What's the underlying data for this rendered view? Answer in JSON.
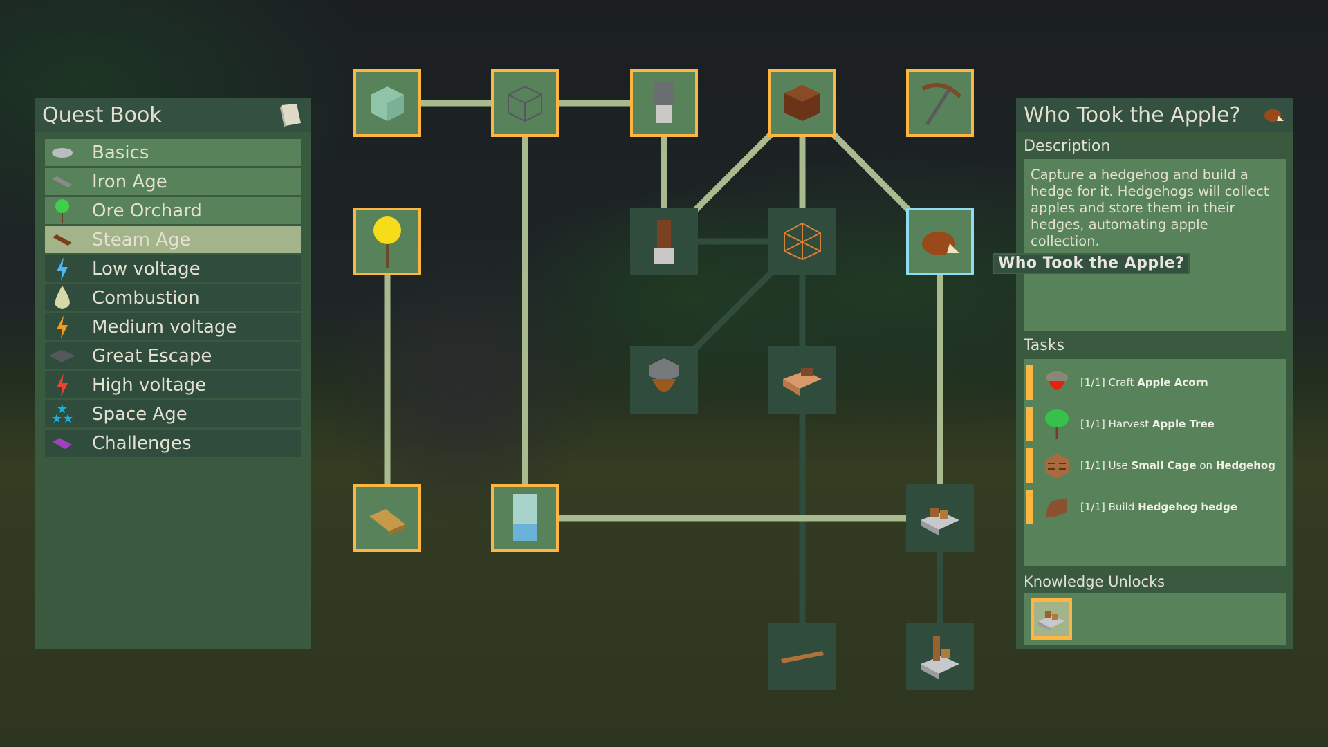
{
  "quest_book": {
    "title": "Quest Book",
    "icon": "book-icon",
    "items": [
      {
        "label": "Basics",
        "icon": "stone-icon",
        "state": "done"
      },
      {
        "label": "Iron Age",
        "icon": "iron-ingot-icon",
        "state": "done"
      },
      {
        "label": "Ore Orchard",
        "icon": "tree-icon",
        "state": "done"
      },
      {
        "label": "Steam Age",
        "icon": "wood-plank-icon",
        "state": "selected"
      },
      {
        "label": "Low voltage",
        "icon": "lightning-icon",
        "state": "locked",
        "color": "#4fb8f0"
      },
      {
        "label": "Combustion",
        "icon": "droplet-icon",
        "state": "locked"
      },
      {
        "label": "Medium voltage",
        "icon": "lightning-icon",
        "state": "locked",
        "color": "#f59a1b"
      },
      {
        "label": "Great Escape",
        "icon": "slab-icon",
        "state": "locked"
      },
      {
        "label": "High voltage",
        "icon": "lightning-icon",
        "state": "locked",
        "color": "#ea4335"
      },
      {
        "label": "Space Age",
        "icon": "stars-icon",
        "state": "locked"
      },
      {
        "label": "Challenges",
        "icon": "purple-gem-icon",
        "state": "locked"
      }
    ]
  },
  "quest_graph": {
    "nodes": [
      {
        "icon": "glass-cube-icon",
        "state": "done"
      },
      {
        "icon": "wireframe-cube-icon",
        "state": "done"
      },
      {
        "icon": "stone-pillar-icon",
        "state": "done"
      },
      {
        "icon": "wood-block-icon",
        "state": "done"
      },
      {
        "icon": "pickaxe-icon",
        "state": "done"
      },
      {
        "icon": "golden-tree-icon",
        "state": "done"
      },
      {
        "icon": "wood-post-icon",
        "state": "locked"
      },
      {
        "icon": "orange-frame-icon",
        "state": "locked"
      },
      {
        "icon": "hedgehog-icon",
        "state": "selected"
      },
      {
        "icon": "beehive-icon",
        "state": "locked"
      },
      {
        "icon": "workbench-icon",
        "state": "locked"
      },
      {
        "icon": "gold-ingot-icon",
        "state": "done"
      },
      {
        "icon": "glass-bottle-icon",
        "state": "done"
      },
      {
        "icon": "hedge-machine-icon",
        "state": "locked"
      },
      {
        "icon": "plank-icon",
        "state": "locked"
      },
      {
        "icon": "furnace-machine-icon",
        "state": "locked"
      }
    ],
    "tooltip": "Who Took the Apple?"
  },
  "quest_detail": {
    "title": "Who Took the Apple?",
    "icon": "hedgehog-icon",
    "description_label": "Description",
    "description": "Capture a hedgehog and build a hedge for it. Hedgehogs will collect apples and store them in their hedges, automating apple collection.",
    "tasks_label": "Tasks",
    "tasks": [
      {
        "progress": "[1/1]",
        "verb": "Craft",
        "target": "Apple Acorn",
        "mid": "",
        "target2": "",
        "icon": "apple-acorn-icon"
      },
      {
        "progress": "[1/1]",
        "verb": "Harvest",
        "target": "Apple Tree",
        "mid": "",
        "target2": "",
        "icon": "apple-tree-icon"
      },
      {
        "progress": "[1/1]",
        "verb": "Use",
        "target": "Small Cage",
        "mid": "on",
        "target2": "Hedgehog",
        "icon": "small-cage-icon"
      },
      {
        "progress": "[1/1]",
        "verb": "Build",
        "target": "Hedgehog hedge",
        "mid": "",
        "target2": "",
        "icon": "hedge-icon"
      }
    ],
    "unlocks_label": "Knowledge Unlocks",
    "unlocks": [
      {
        "icon": "hedge-machine-icon"
      }
    ]
  },
  "colors": {
    "done": "#fdb641",
    "selected": "#8fdcf0",
    "edge_done": "#a9bb8e",
    "edge_locked": "#2f4c3c"
  }
}
